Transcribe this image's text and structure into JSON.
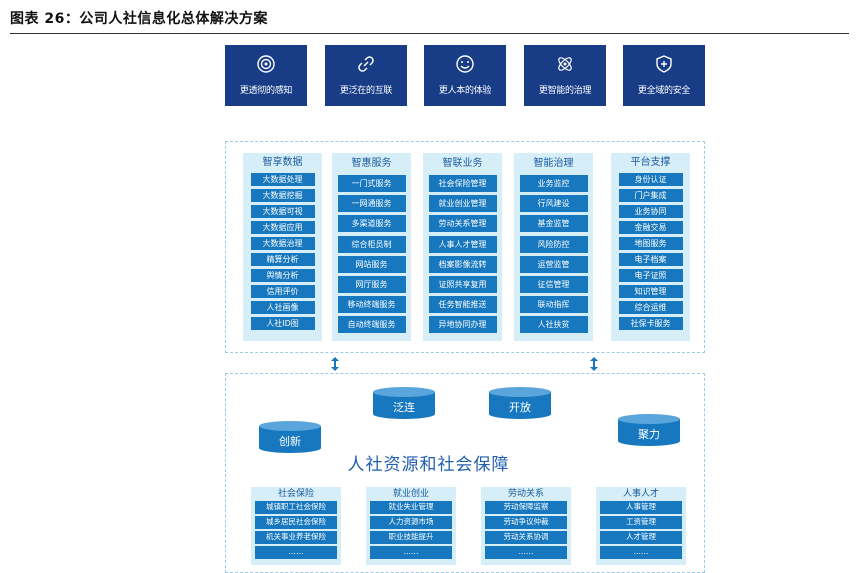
{
  "figure_title": "图表 26：公司人社信息化总体解决方案",
  "top_cards": [
    {
      "label": "更透彻的感知",
      "icon": "target-icon"
    },
    {
      "label": "更泛在的互联",
      "icon": "link-icon"
    },
    {
      "label": "更人本的体验",
      "icon": "smile-icon"
    },
    {
      "label": "更智能的治理",
      "icon": "atom-icon"
    },
    {
      "label": "更全域的安全",
      "icon": "shield-icon"
    }
  ],
  "columns": [
    {
      "title": "智享数据",
      "items": [
        "大数据处理",
        "大数据挖掘",
        "大数据可视",
        "大数据应用",
        "大数据治理",
        "精算分析",
        "舆情分析",
        "信用评价",
        "人社画像",
        "人社ID图"
      ]
    },
    {
      "title": "智惠服务",
      "items": [
        "一门式服务",
        "一网通服务",
        "多渠道服务",
        "综合柜员制",
        "网站服务",
        "网厅服务",
        "移动终端服务",
        "自动终端服务"
      ]
    },
    {
      "title": "智联业务",
      "items": [
        "社会保险管理",
        "就业创业管理",
        "劳动关系管理",
        "人事人才管理",
        "档案影像流转",
        "证照共享复用",
        "任务智能推送",
        "异地协同办理"
      ]
    },
    {
      "title": "智能治理",
      "items": [
        "业务监控",
        "行风建设",
        "基金监管",
        "风险防控",
        "运营监管",
        "征信管理",
        "联动指挥",
        "人社扶贫"
      ]
    },
    {
      "title": "平台支撑",
      "items": [
        "身份认证",
        "门户集成",
        "业务协同",
        "金融交易",
        "地图服务",
        "电子档案",
        "电子证照",
        "知识管理",
        "综合运维",
        "社保卡服务"
      ]
    }
  ],
  "cylinders": [
    "创新",
    "泛连",
    "开放",
    "聚力"
  ],
  "center_title": "人社资源和社会保障",
  "bottom_groups": [
    {
      "title": "社会保险",
      "items": [
        "城镇职工社会保险",
        "城乡居民社会保险",
        "机关事业养老保险",
        "……"
      ]
    },
    {
      "title": "就业创业",
      "items": [
        "就业失业管理",
        "人力资源市场",
        "职业技能提升",
        "……"
      ]
    },
    {
      "title": "劳动关系",
      "items": [
        "劳动保障监察",
        "劳动争议仲裁",
        "劳动关系协调",
        "……"
      ]
    },
    {
      "title": "人事人才",
      "items": [
        "人事管理",
        "工资管理",
        "人才管理",
        "……"
      ]
    }
  ],
  "colors": {
    "card_navy": "#183d86",
    "pill_blue": "#1778bf",
    "panel_light": "#d6eef7",
    "accent": "#1f5fae"
  }
}
